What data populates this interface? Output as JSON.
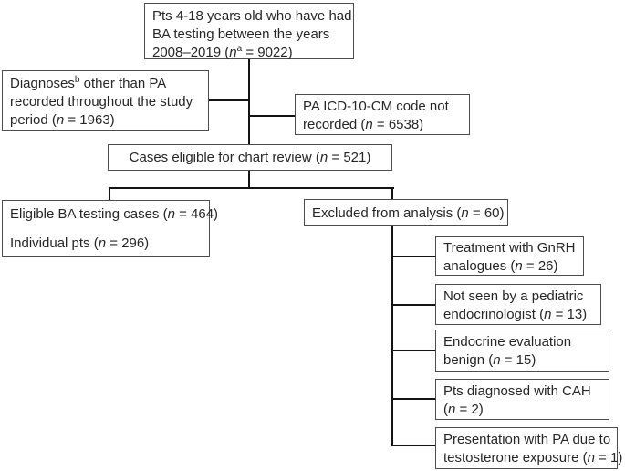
{
  "figure": {
    "kind": "patient-flow-diagram"
  },
  "colors": {
    "bg": "#ffffff",
    "box-border": "#4d4d4d",
    "connector": "#141414",
    "text": "#262626"
  },
  "boxes": {
    "population": {
      "lines": [
        [
          {
            "t": "Pts 4-18 years old who have had"
          }
        ],
        [
          {
            "t": "BA testing between the years"
          }
        ],
        [
          {
            "t": "2008–2019 ("
          },
          {
            "t": "n",
            "s": "i"
          },
          {
            "t": "a",
            "s": "sup"
          },
          {
            "t": " = 9022)"
          }
        ]
      ]
    },
    "other_diagnoses": {
      "lines": [
        [
          {
            "t": "Diagnoses"
          },
          {
            "t": "b",
            "s": "sup"
          },
          {
            "t": " other than PA"
          }
        ],
        [
          {
            "t": "recorded throughout the study"
          }
        ],
        [
          {
            "t": "period ("
          },
          {
            "t": "n",
            "s": "i"
          },
          {
            "t": " = 1963)"
          }
        ]
      ]
    },
    "icd_not_recorded": {
      "lines": [
        [
          {
            "t": "PA ICD-10-CM code not"
          }
        ],
        [
          {
            "t": "recorded ("
          },
          {
            "t": "n",
            "s": "i"
          },
          {
            "t": " = 6538)"
          }
        ]
      ]
    },
    "chart_review": {
      "lines": [
        [
          {
            "t": "Cases eligible for chart review ("
          },
          {
            "t": "n",
            "s": "i"
          },
          {
            "t": " = 521)"
          }
        ]
      ]
    },
    "eligible_cases": {
      "lines": [
        [
          {
            "t": "Eligible BA testing cases ("
          },
          {
            "t": "n",
            "s": "i"
          },
          {
            "t": " = 464)"
          }
        ],
        [
          {
            "t": "Individual pts ("
          },
          {
            "t": "n",
            "s": "i"
          },
          {
            "t": " = 296)"
          }
        ]
      ]
    },
    "excluded": {
      "lines": [
        [
          {
            "t": "Excluded from analysis ("
          },
          {
            "t": "n",
            "s": "i"
          },
          {
            "t": " = 60)"
          }
        ]
      ]
    },
    "gnrh": {
      "lines": [
        [
          {
            "t": "Treatment with GnRH"
          }
        ],
        [
          {
            "t": "analogues ("
          },
          {
            "t": "n",
            "s": "i"
          },
          {
            "t": " = 26)"
          }
        ]
      ]
    },
    "not_seen_endocrinologist": {
      "lines": [
        [
          {
            "t": "Not seen by a pediatric"
          }
        ],
        [
          {
            "t": "endocrinologist ("
          },
          {
            "t": "n",
            "s": "i"
          },
          {
            "t": " = 13)"
          }
        ]
      ]
    },
    "benign_evaluation": {
      "lines": [
        [
          {
            "t": "Endocrine evaluation"
          }
        ],
        [
          {
            "t": "benign ("
          },
          {
            "t": "n",
            "s": "i"
          },
          {
            "t": " = 15)"
          }
        ]
      ]
    },
    "cah": {
      "lines": [
        [
          {
            "t": "Pts diagnosed with CAH"
          }
        ],
        [
          {
            "t": "("
          },
          {
            "t": "n",
            "s": "i"
          },
          {
            "t": " = 2)"
          }
        ]
      ]
    },
    "testosterone_exposure": {
      "lines": [
        [
          {
            "t": "Presentation with PA due to"
          }
        ],
        [
          {
            "t": "testosterone exposure ("
          },
          {
            "t": "n",
            "s": "i"
          },
          {
            "t": " = 1)"
          }
        ]
      ]
    }
  }
}
